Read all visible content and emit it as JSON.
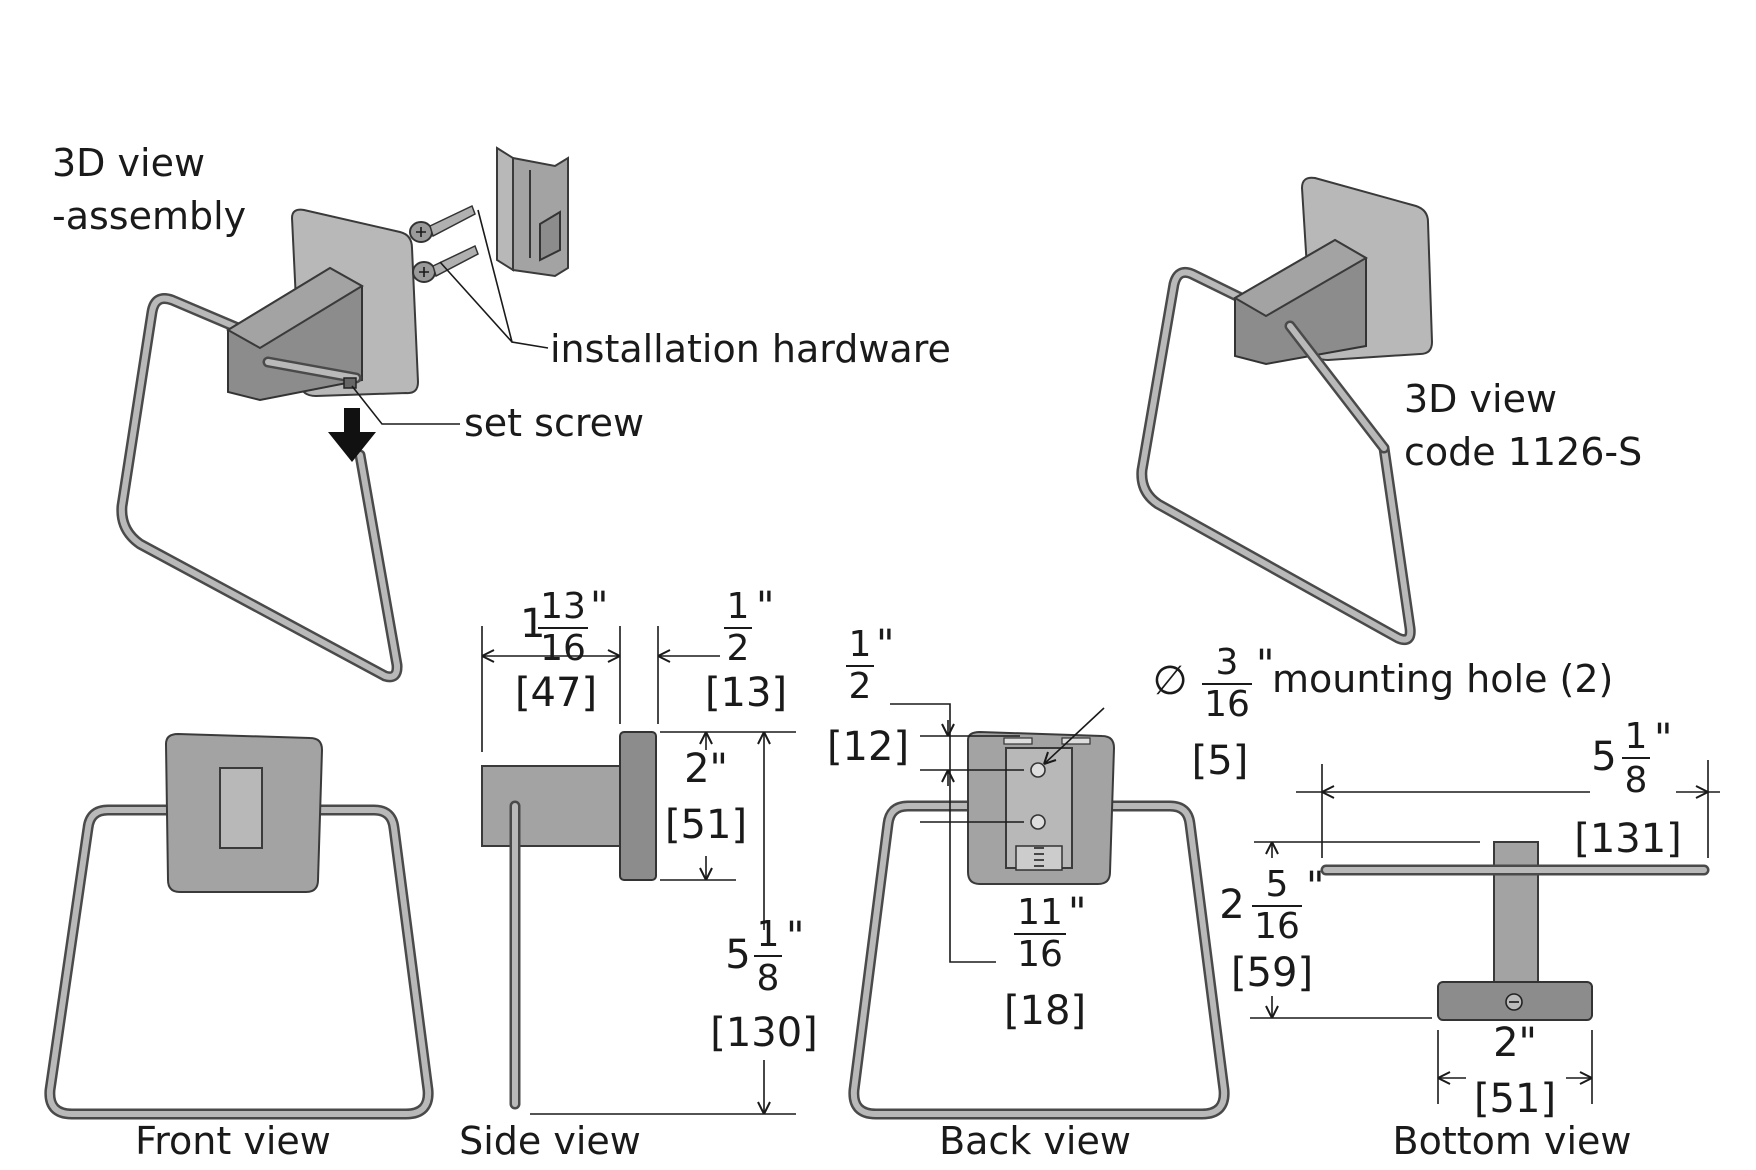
{
  "labels": {
    "assembly_line1": "3D view",
    "assembly_line2": "-assembly",
    "installation_hardware": "installation hardware",
    "set_screw": "set screw",
    "code_line1": "3D view",
    "code_line2": "code 1126-S",
    "front_view": "Front view",
    "side_view": "Side view",
    "back_view": "Back view",
    "bottom_view": "Bottom view"
  },
  "dimensions": {
    "side_depth": {
      "whole": "1",
      "num": "13",
      "den": "16",
      "unit": "\"",
      "mm": "[47]"
    },
    "side_plate": {
      "num": "1",
      "den": "2",
      "unit": "\"",
      "mm": "[13]"
    },
    "side_plate_height": {
      "text": "2\"",
      "mm": "[51]"
    },
    "side_total_height": {
      "whole": "5",
      "num": "1",
      "den": "8",
      "unit": "\"",
      "mm": "[130]"
    },
    "back_top_offset": {
      "num": "1",
      "den": "2",
      "unit": "\"",
      "mm": "[12]"
    },
    "back_hole_spacing": {
      "num": "11",
      "den": "16",
      "unit": "\"",
      "mm": "[18]"
    },
    "mounting_hole": {
      "symbol": "∅",
      "num": "3",
      "den": "16",
      "unit": "\"",
      "text": "mounting hole (2)",
      "mm": "[5]"
    },
    "bottom_width": {
      "whole": "5",
      "num": "1",
      "den": "8",
      "unit": "\"",
      "mm": "[131]"
    },
    "bottom_depth": {
      "whole": "2",
      "num": "5",
      "den": "16",
      "unit": "\"",
      "mm": "[59]"
    },
    "bottom_plate": {
      "text": "2\"",
      "mm": "[51]"
    }
  }
}
